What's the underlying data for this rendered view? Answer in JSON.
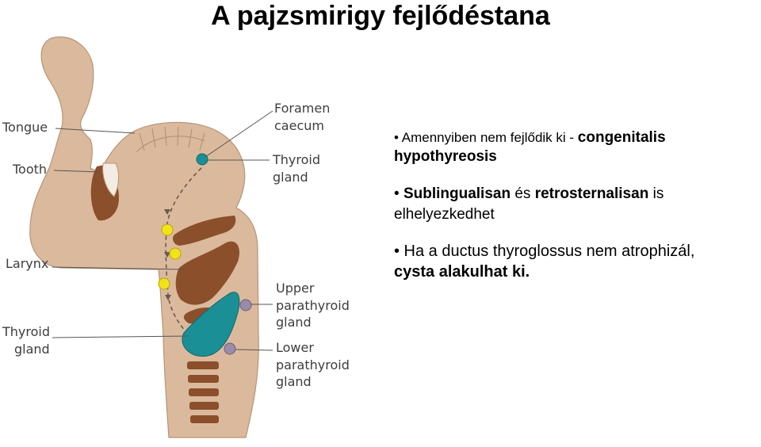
{
  "title": "A pajzsmirigy fejlődéstana",
  "diagram": {
    "labels": {
      "tongue": "Tongue",
      "tooth": "Tooth",
      "larynx": "Larynx",
      "thyroid_left_1": "Thyroid",
      "thyroid_left_2": "gland",
      "foramen_1": "Foramen",
      "foramen_2": "caecum",
      "thyroid_right_1": "Thyroid",
      "thyroid_right_2": "gland",
      "upper_1": "Upper",
      "upper_2": "parathyroid",
      "upper_3": "gland",
      "lower_1": "Lower",
      "lower_2": "parathyroid",
      "lower_3": "gland"
    },
    "colors": {
      "tissue": "#dbb99c",
      "tissue_outline": "#b89477",
      "cartilage": "#8b4f2b",
      "thyroid": "#1b8f96",
      "migration_dots": "#f2e21b",
      "parathyroid": "#9b8aa8",
      "leader_lines": "#555555"
    }
  },
  "bullets": {
    "b1_prefix": "• Amennyiben nem fejlődik ki - ",
    "b1_bold": "congenitalis hypothyreosis",
    "b2_bullet": "• ",
    "b2_bold1": "Sublingualisan",
    "b2_mid": " és ",
    "b2_bold2": "retrosternalisan",
    "b2_rest": " is elhelyezkedhet",
    "b3_text": "• Ha a ductus thyroglossus nem atrophizál,",
    "b3_bold": "cysta alakulhat ki."
  }
}
